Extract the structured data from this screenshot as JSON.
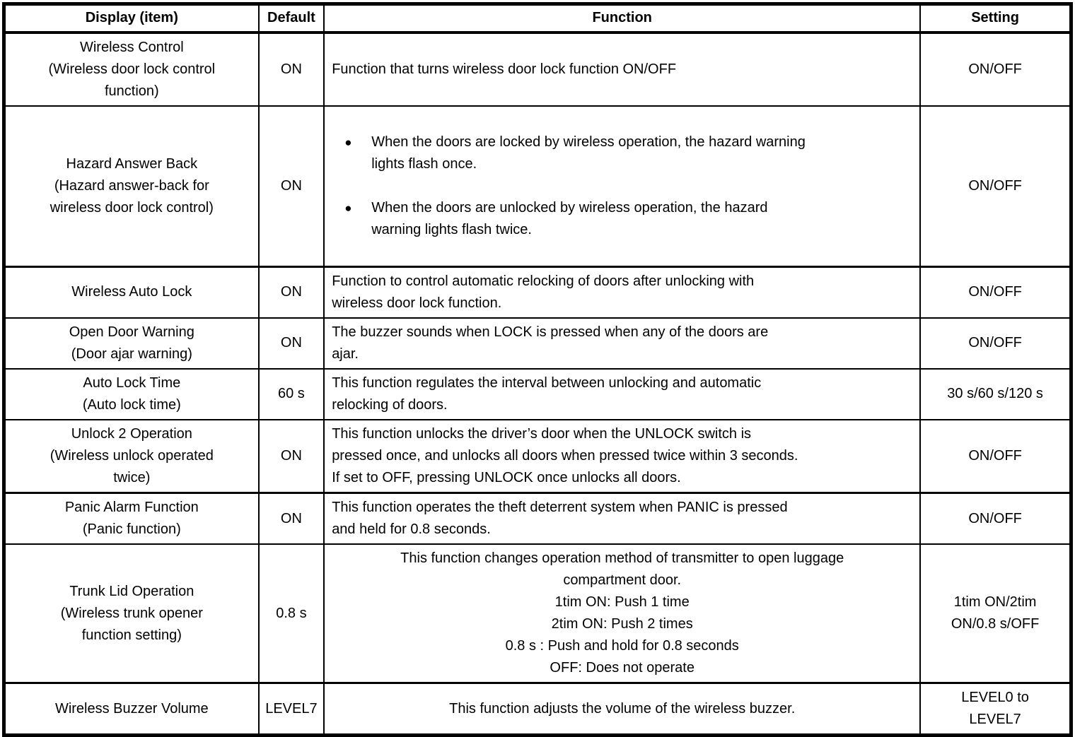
{
  "icons": {
    "bullet": "●"
  },
  "table": {
    "headers": {
      "display": "Display (item)",
      "default": "Default",
      "function": "Function",
      "setting": "Setting"
    },
    "rows": [
      {
        "display": "Wireless Control\n(Wireless door lock control\nfunction)",
        "default": "ON",
        "function": "Function that turns wireless door lock function ON/OFF",
        "setting": "ON/OFF"
      },
      {
        "display": "Hazard Answer Back\n(Hazard answer-back for\nwireless door lock control)",
        "default": "ON",
        "function_bullets": [
          "When the doors are locked by wireless operation, the hazard warning\nlights flash once.",
          "When the doors are unlocked by wireless operation, the hazard\nwarning lights flash twice."
        ],
        "setting": "ON/OFF"
      },
      {
        "display": "Wireless Auto Lock",
        "default": "ON",
        "function": "Function to control automatic relocking of doors after unlocking with\nwireless door lock function.",
        "setting": "ON/OFF"
      },
      {
        "display": "Open Door Warning\n(Door ajar warning)",
        "default": "ON",
        "function": "The buzzer sounds when LOCK is pressed when any of the doors are\najar.",
        "setting": "ON/OFF"
      },
      {
        "display": "Auto Lock Time\n(Auto lock time)",
        "default": "60 s",
        "function": "This function regulates the interval between unlocking and automatic\nrelocking of doors.",
        "setting": "30 s/60 s/120 s"
      },
      {
        "display": "Unlock 2 Operation\n(Wireless unlock operated\ntwice)",
        "default": "ON",
        "function": "This function unlocks the driver’s door when the UNLOCK switch is\npressed once, and unlocks all doors when pressed twice within 3 seconds.\nIf set to OFF, pressing UNLOCK once unlocks all doors.",
        "setting": "ON/OFF"
      },
      {
        "display": "Panic Alarm Function\n(Panic function)",
        "default": "ON",
        "function": "This function operates the theft deterrent system when PANIC is pressed\nand held for 0.8 seconds.",
        "setting": "ON/OFF"
      },
      {
        "display": "Trunk Lid Operation\n(Wireless trunk opener\nfunction setting)",
        "default": "0.8 s",
        "function": "This function changes operation method of transmitter to open luggage\ncompartment door.\n1tim ON: Push 1 time\n2tim ON: Push 2 times\n0.8 s : Push and hold for 0.8 seconds\nOFF: Does not operate",
        "setting": "1tim ON/2tim\nON/0.8 s/OFF"
      },
      {
        "display": "Wireless Buzzer Volume",
        "default": "LEVEL7",
        "function": "This function adjusts the volume of the wireless buzzer.",
        "setting": "LEVEL0 to\nLEVEL7"
      }
    ]
  }
}
